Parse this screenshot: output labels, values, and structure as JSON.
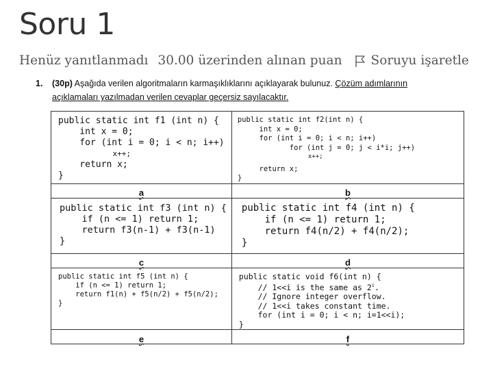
{
  "page": {
    "title": "Soru 1",
    "status": "Henüz yanıtlanmadı",
    "points": "30.00 üzerinden alınan puan",
    "flag_label": "Soruyu işaretle"
  },
  "question": {
    "number": "1.",
    "points": "(30p)",
    "text": "Aşağıda verilen algoritmaların karmaşıklıklarını açıklayarak bulunuz.",
    "underlined_part1": "Çözüm adımlarının",
    "underlined_part2": "açıklamaları yazılmadan verilen cevaplar geçersiz sayılacaktır."
  },
  "code_cells": {
    "a": {
      "label": "a",
      "lines": [
        "public static int f1 (int n) {",
        "    int x = 0;",
        "    for (int i = 0; i < n; i++)",
        "            x++;",
        "    return x;",
        "}"
      ]
    },
    "b": {
      "label": "b",
      "lines": [
        "public static int f2(int n) {",
        "     int x = 0;",
        "     for (int i = 0; i < n; i++)",
        "            for (int j = 0; j < i*i; j++)",
        "                   x++;",
        "",
        "     return x;",
        "}"
      ]
    },
    "c": {
      "label": "c",
      "lines": [
        "public static int f3 (int n) {",
        "    if (n <= 1) return 1;",
        "    return f3(n-1) + f3(n-1)",
        "}"
      ]
    },
    "d": {
      "label": "d",
      "lines": [
        "public static int f4 (int n) {",
        "    if (n <= 1) return 1;",
        "    return f4(n/2) + f4(n/2);",
        "}"
      ]
    },
    "e": {
      "label": "e",
      "lines": [
        "public static int f5 (int n) {",
        "    if (n <= 1) return 1;",
        "    return f1(n) + f5(n/2) + f5(n/2);",
        "}"
      ]
    },
    "f": {
      "label": "f",
      "line1": "public static void f6(int n) {",
      "line2_pre": "    // 1<<i is the same as 2",
      "line2_sup": "i",
      "line2_post": ".",
      "line3": "    // Ignore integer overflow.",
      "line4": "    // 1<<i takes constant time.",
      "line5": "    for (int i = 0; i < n; i=1<<i);",
      "line6": "}"
    }
  },
  "colors": {
    "title": "#333333",
    "status_text": "#555555",
    "border": "#333333"
  },
  "icons": {
    "flag": "flag-icon"
  }
}
